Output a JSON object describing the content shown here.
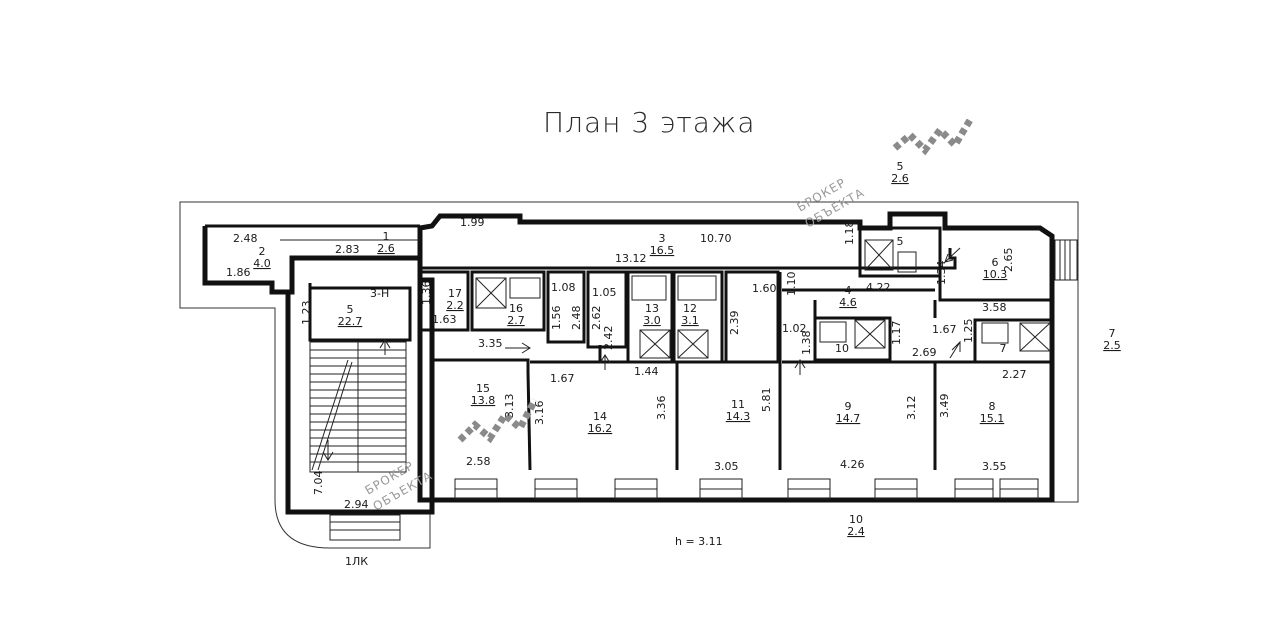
{
  "title": "План 3 этажа",
  "ceiling_height": "h = 3.11",
  "entrance_label": "1ЛК",
  "stair_label": "3-Н",
  "watermark": {
    "line1": "БРОКЕР",
    "line2": "ОБЪЕКТА"
  },
  "rooms": [
    {
      "id": "r1",
      "num": "1",
      "area": "2.6"
    },
    {
      "id": "r2",
      "num": "2",
      "area": "4.0"
    },
    {
      "id": "r3",
      "num": "3",
      "area": "16.5"
    },
    {
      "id": "r4",
      "num": "4",
      "area": "4.6"
    },
    {
      "id": "r5s",
      "num": "5",
      "area": "22.7"
    },
    {
      "id": "r5e",
      "num": "5",
      "area": "2.6"
    },
    {
      "id": "r5w",
      "num": "5",
      "area": ""
    },
    {
      "id": "r6",
      "num": "6",
      "area": "10.3"
    },
    {
      "id": "r7",
      "num": "7",
      "area": ""
    },
    {
      "id": "r7e",
      "num": "7",
      "area": "2.5"
    },
    {
      "id": "r8",
      "num": "8",
      "area": "15.1"
    },
    {
      "id": "r9",
      "num": "9",
      "area": "14.7"
    },
    {
      "id": "r10",
      "num": "10",
      "area": ""
    },
    {
      "id": "r10s",
      "num": "10",
      "area": "2.4"
    },
    {
      "id": "r11",
      "num": "11",
      "area": "14.3"
    },
    {
      "id": "r12",
      "num": "12",
      "area": "3.1"
    },
    {
      "id": "r13",
      "num": "13",
      "area": "3.0"
    },
    {
      "id": "r14",
      "num": "14",
      "area": "16.2"
    },
    {
      "id": "r15",
      "num": "15",
      "area": "13.8"
    },
    {
      "id": "r16",
      "num": "16",
      "area": "2.7"
    },
    {
      "id": "r17",
      "num": "17",
      "area": "2.2"
    }
  ],
  "dimensions": [
    "2.48",
    "1.86",
    "2.83",
    "1.99",
    "13.12",
    "10.70",
    "1.18",
    "2.65",
    "1.36",
    "1.63",
    "1.08",
    "1.56",
    "2.48",
    "1.05",
    "2.62",
    "2.42",
    "2.39",
    "1.60",
    "1.10",
    "4.22",
    "1.34",
    "3.58",
    "1.02",
    "1.38",
    "1.17",
    "1.67",
    "1.25",
    "2.69",
    "2.27",
    "1.23",
    "3.35",
    "1.67",
    "1.44",
    "3.13",
    "3.16",
    "3.36",
    "5.81",
    "3.12",
    "3.49",
    "2.58",
    "3.05",
    "4.26",
    "3.55",
    "7.04",
    "2.94"
  ]
}
